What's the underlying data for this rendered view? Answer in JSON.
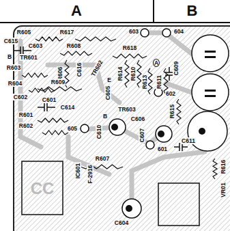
{
  "diagram": {
    "nodes": [
      {
        "text": [
          "A"
        ]
      },
      {
        "text": [
          "B"
        ]
      }
    ],
    "labels": [
      "R605",
      "R617",
      "603",
      "604",
      "C615",
      "C603",
      "R608",
      "R618",
      "B",
      "TR601",
      "R603",
      "R606",
      "C616",
      "TR602",
      "E",
      "R614",
      "R610",
      "A",
      "R613",
      "R611",
      "C609",
      "R604",
      "R609",
      "C605",
      "602",
      "C602",
      "C601",
      "C614",
      "TR603",
      "R615",
      "R601",
      "R602",
      "605",
      "B",
      "C610",
      "C606",
      "C607",
      "601",
      "C611",
      "IC601",
      "F-2916",
      "R607",
      "C604",
      "R616",
      "VR01",
      "CC"
    ]
  }
}
